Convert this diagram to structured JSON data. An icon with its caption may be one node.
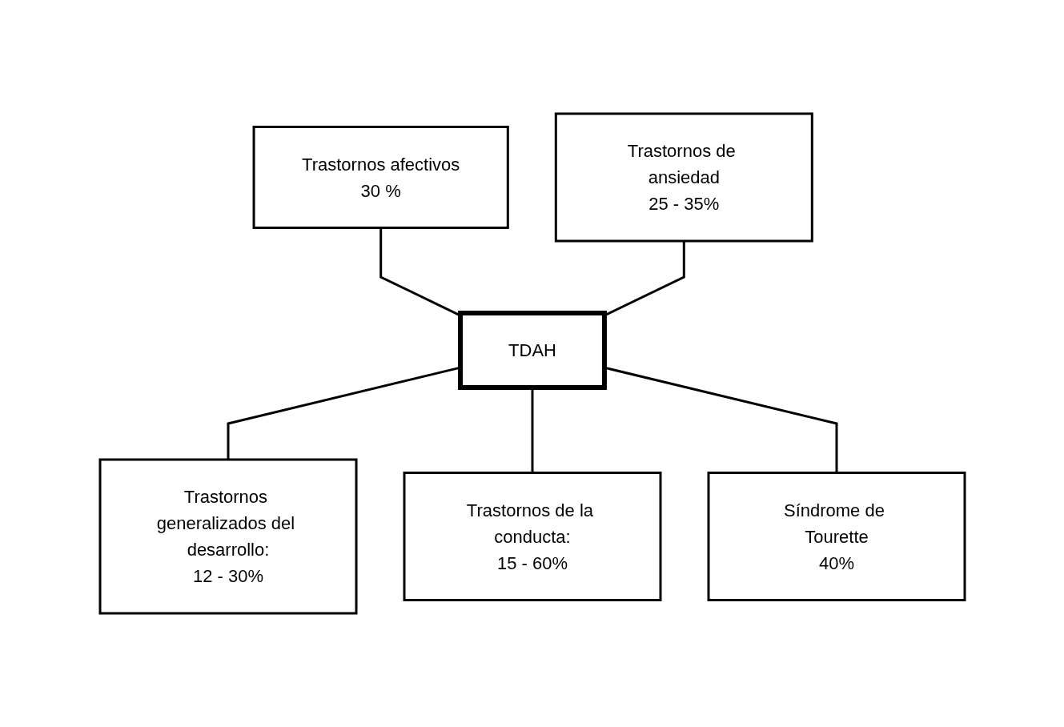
{
  "diagram": {
    "nodes": [
      {
        "text": [
          "Trastornos afectivos",
          "30 %"
        ]
      },
      {
        "text": [
          "Trastornos de ansiedad",
          "25 - 35%"
        ]
      },
      {
        "text": [
          "TDAH"
        ]
      },
      {
        "text": [
          "Trastornos generalizados del desarrollo:",
          "12 - 30%"
        ]
      },
      {
        "text": [
          "Trastornos de la conducta:",
          "15 - 60%"
        ]
      },
      {
        "text": [
          "Síndrome de Tourette",
          "40%"
        ]
      }
    ],
    "edges": [
      {
        "from": 0,
        "to": 2,
        "arrow": "none"
      },
      {
        "from": 1,
        "to": 2,
        "arrow": "none"
      },
      {
        "from": 2,
        "to": 3,
        "arrow": "none"
      },
      {
        "from": 2,
        "to": 4,
        "arrow": "none"
      },
      {
        "from": 2,
        "to": 5,
        "arrow": "none"
      }
    ]
  }
}
